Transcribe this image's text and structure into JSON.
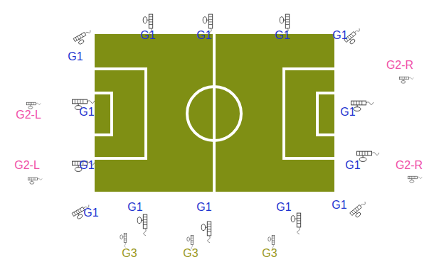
{
  "diagram": {
    "labels": [
      "G1",
      "G1",
      "G1",
      "G1",
      "G1",
      "G2-R",
      "G2-L",
      "G1",
      "G1",
      "G2-L",
      "G1",
      "G1",
      "G2-R",
      "G1",
      "G1",
      "G1",
      "G1",
      "G1",
      "G3",
      "G3",
      "G3"
    ]
  }
}
